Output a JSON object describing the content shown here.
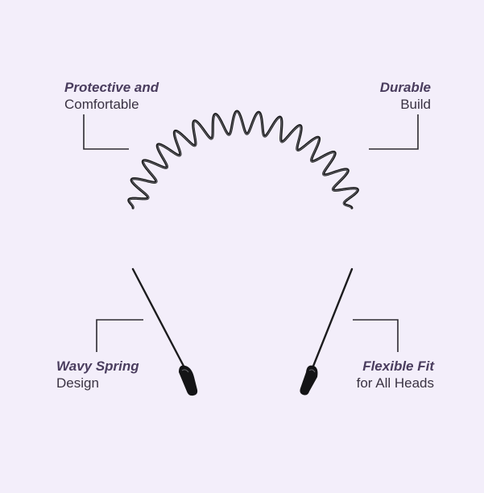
{
  "callouts": {
    "top_left": {
      "bold": "Protective and",
      "regular": "Comfortable"
    },
    "top_right": {
      "bold": "Durable",
      "regular": "Build"
    },
    "bottom_left": {
      "bold": "Wavy Spring",
      "regular": "Design"
    },
    "bottom_right": {
      "bold": "Flexible Fit",
      "regular": "for All Heads"
    }
  },
  "colors": {
    "background": "#f3eefa",
    "headband": "#1c1c1e",
    "leader_line": "#2c2a30",
    "bold_text": "#4a3d5e",
    "regular_text": "#3a3342"
  }
}
